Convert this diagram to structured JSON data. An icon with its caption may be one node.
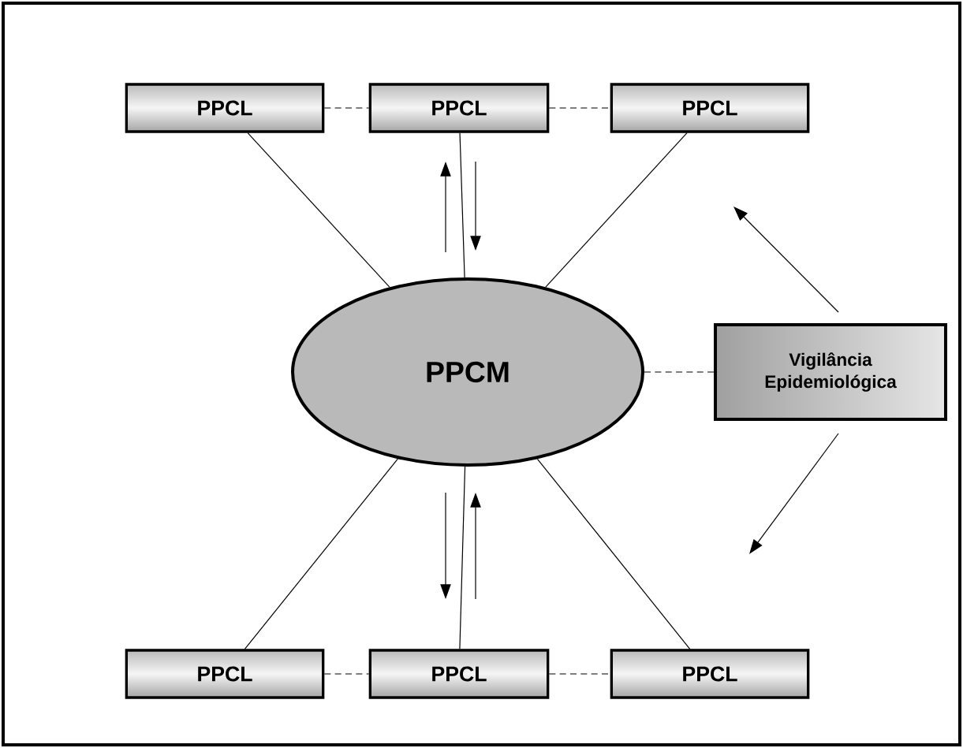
{
  "diagram": {
    "nodes": [
      {
        "text": [
          "PPCL"
        ]
      },
      {
        "text": [
          "PPCL"
        ]
      },
      {
        "text": [
          "PPCL"
        ]
      },
      {
        "text": [
          "PPCM"
        ]
      },
      {
        "text": [
          "Vigilância Epidemiológica"
        ]
      },
      {
        "text": [
          "PPCL"
        ]
      },
      {
        "text": [
          "PPCL"
        ]
      },
      {
        "text": [
          "PPCL"
        ]
      }
    ],
    "edges": [
      {
        "from": 0,
        "to": 1,
        "arrow": "none",
        "style": "dashed"
      },
      {
        "from": 1,
        "to": 2,
        "arrow": "none",
        "style": "dashed"
      },
      {
        "from": 0,
        "to": 3,
        "arrow": "none"
      },
      {
        "from": 1,
        "to": 3,
        "arrow": "none"
      },
      {
        "from": 2,
        "to": 3,
        "arrow": "none"
      },
      {
        "from": 3,
        "to": 4,
        "arrow": "none",
        "style": "dashed"
      },
      {
        "from": 3,
        "to": 5,
        "arrow": "none"
      },
      {
        "from": 3,
        "to": 6,
        "arrow": "none"
      },
      {
        "from": 3,
        "to": 7,
        "arrow": "none"
      },
      {
        "from": 5,
        "to": 6,
        "arrow": "none",
        "style": "dashed"
      },
      {
        "from": 6,
        "to": 7,
        "arrow": "none",
        "style": "dashed"
      }
    ]
  }
}
